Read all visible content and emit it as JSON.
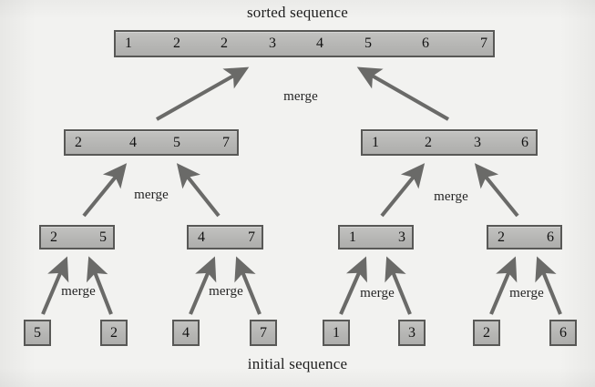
{
  "figure": {
    "top_caption": "sorted sequence",
    "bottom_caption": "initial sequence",
    "merge_label": "merge",
    "colors": {
      "background": "#f2f2f0",
      "box_fill": "#b6b6b4",
      "box_border": "#585856",
      "arrow": "#6a6a68",
      "text": "#121212"
    }
  },
  "levels": {
    "sorted": {
      "label": "sorted sequence",
      "values": [
        "1",
        "2",
        "2",
        "3",
        "4",
        "5",
        "6",
        "7"
      ]
    },
    "level2": [
      {
        "values": [
          "2",
          "4",
          "5",
          "7"
        ]
      },
      {
        "values": [
          "1",
          "2",
          "3",
          "6"
        ]
      }
    ],
    "level3": [
      {
        "values": [
          "2",
          "5"
        ]
      },
      {
        "values": [
          "4",
          "7"
        ]
      },
      {
        "values": [
          "1",
          "3"
        ]
      },
      {
        "values": [
          "2",
          "6"
        ]
      }
    ],
    "initial": {
      "label": "initial sequence",
      "values": [
        "5",
        "2",
        "4",
        "7",
        "1",
        "3",
        "2",
        "6"
      ]
    }
  },
  "merge_labels": [
    {
      "text": "merge"
    },
    {
      "text": "merge"
    },
    {
      "text": "merge"
    },
    {
      "text": "merge"
    },
    {
      "text": "merge"
    },
    {
      "text": "merge"
    },
    {
      "text": "merge"
    }
  ]
}
